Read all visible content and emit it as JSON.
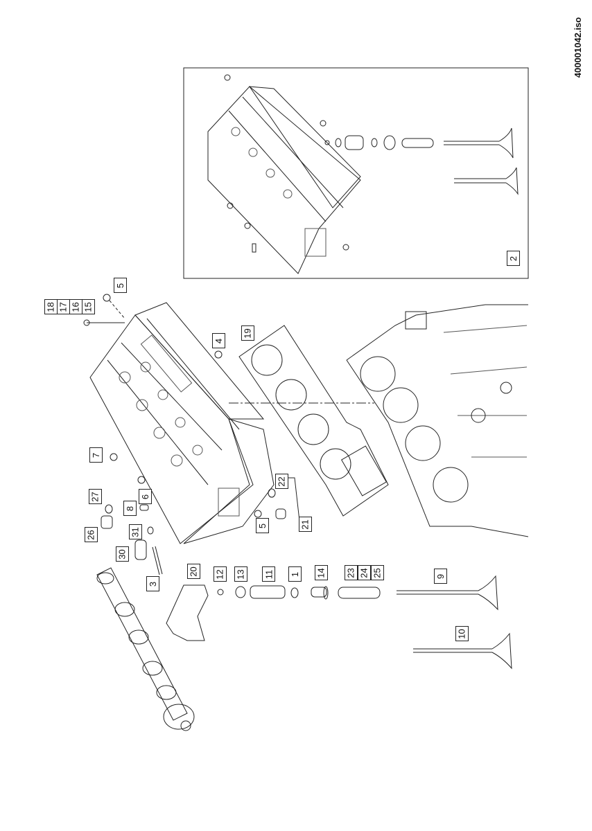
{
  "document_id": "400001042.iso",
  "callouts": {
    "inset_assembly": "2",
    "plug_top": "5",
    "bolt_a": "18",
    "bolt_b": "17",
    "bolt_c": "16",
    "bolt_d": "15",
    "plug_side": "4",
    "head_gasket": "19",
    "plug_left": "7",
    "seal_ring": "27",
    "plug_small": "6",
    "dowel_pin": "8",
    "o_ring_right": "22",
    "plug_bottom": "5",
    "fitting_group": "21",
    "union_fitting": "26",
    "o_ring_left": "31",
    "injector_sleeve": "30",
    "stud": "3",
    "rocker_arm": "20",
    "valve_keeper": "12",
    "spring_retainer": "13",
    "valve_spring": "11",
    "spring_seat": "1",
    "stem_seal": "14",
    "guide_a": "23",
    "guide_b": "24",
    "guide_c": "25",
    "valve_intake": "9",
    "valve_exhaust": "10"
  }
}
